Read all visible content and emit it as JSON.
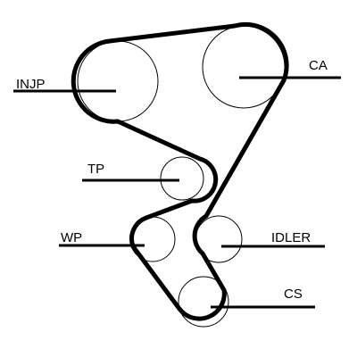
{
  "labels": {
    "injp": "INJP",
    "ca": "CA",
    "tp": "TP",
    "wp": "WP",
    "idler": "IDLER",
    "cs": "CS"
  },
  "colors": {
    "belt": "#000000",
    "pulley": "#000000",
    "leader": "#000000",
    "background": "#ffffff"
  }
}
